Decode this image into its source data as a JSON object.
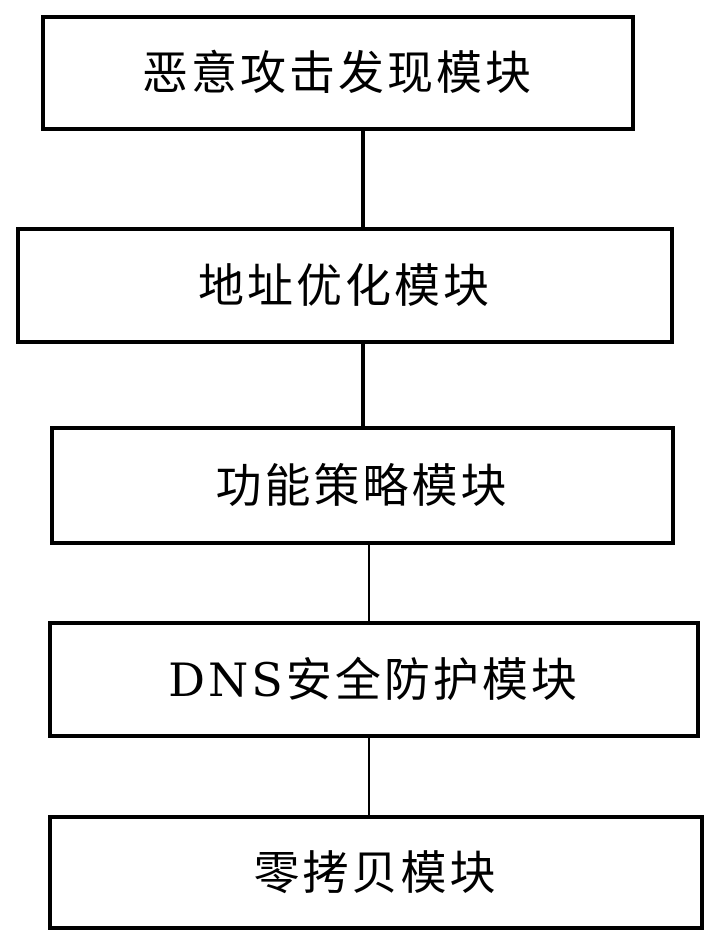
{
  "diagram": {
    "type": "flowchart",
    "orientation": "vertical",
    "colors": {
      "background": "#ffffff",
      "line": "#000000",
      "box_fill": "#ffffff",
      "text": "#000000"
    },
    "nodes": [
      {
        "id": "malicious-attack-discovery-module",
        "label": "恶意攻击发现模块"
      },
      {
        "id": "address-optimization-module",
        "label": "地址优化模块"
      },
      {
        "id": "function-strategy-module",
        "label": "功能策略模块"
      },
      {
        "id": "dns-security-protection-module",
        "label": "DNS安全防护模块"
      },
      {
        "id": "zero-copy-module",
        "label": "零拷贝模块"
      }
    ],
    "edges": [
      {
        "from": "malicious-attack-discovery-module",
        "to": "address-optimization-module"
      },
      {
        "from": "address-optimization-module",
        "to": "function-strategy-module"
      },
      {
        "from": "function-strategy-module",
        "to": "dns-security-protection-module"
      },
      {
        "from": "dns-security-protection-module",
        "to": "zero-copy-module"
      }
    ]
  }
}
